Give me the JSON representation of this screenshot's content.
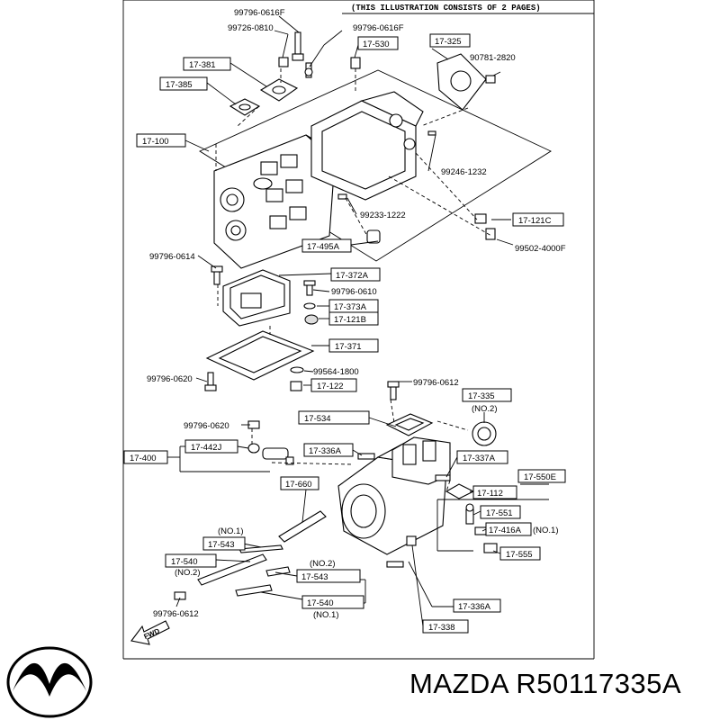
{
  "header": {
    "note": "(THIS ILLUSTRATION CONSISTS OF  2 PAGES)"
  },
  "callouts": {
    "c1": "99796-0616F",
    "c2": "99726-0810",
    "c3": "99796-0616F",
    "c4": "17-530",
    "c5": "17-325",
    "c6": "90781-2820",
    "c7": "17-381",
    "c8": "17-385",
    "c9": "17-100",
    "c10": "99246-1232",
    "c11": "99233-1222",
    "c12": "17-121C",
    "c13": "17-495A",
    "c14": "99502-4000F",
    "c15": "99796-0614",
    "c16": "17-372A",
    "c17": "99796-0610",
    "c18": "17-373A",
    "c19": "17-121B",
    "c20": "17-371",
    "c21": "99796-0620",
    "c22": "99564-1800",
    "c23": "17-122",
    "c24": "99796-0612",
    "c25": "17-335",
    "c26": "(NO.2)",
    "c27": "17-534",
    "c28": "99796-0620",
    "c29": "17-442J",
    "c30": "17-400",
    "c31": "17-336A",
    "c32": "17-337A",
    "c33": "17-550E",
    "c34": "17-660",
    "c35": "17-112",
    "c36": "17-551",
    "c37": "17-416A",
    "c38": "(NO.1)",
    "c39": "17-555",
    "c40": "(NO.1)",
    "c41": "17-543",
    "c42": "17-540",
    "c43": "(NO.2)",
    "c44": "(NO.2)",
    "c45": "17-543",
    "c46": "17-540",
    "c47": "(NO.1)",
    "c48": "17-336A",
    "c49": "99796-0612",
    "c50": "17-338",
    "fwd": "FWD"
  },
  "brand": {
    "logo": "mazda-logo",
    "text": "MAZDA R50117335A"
  }
}
